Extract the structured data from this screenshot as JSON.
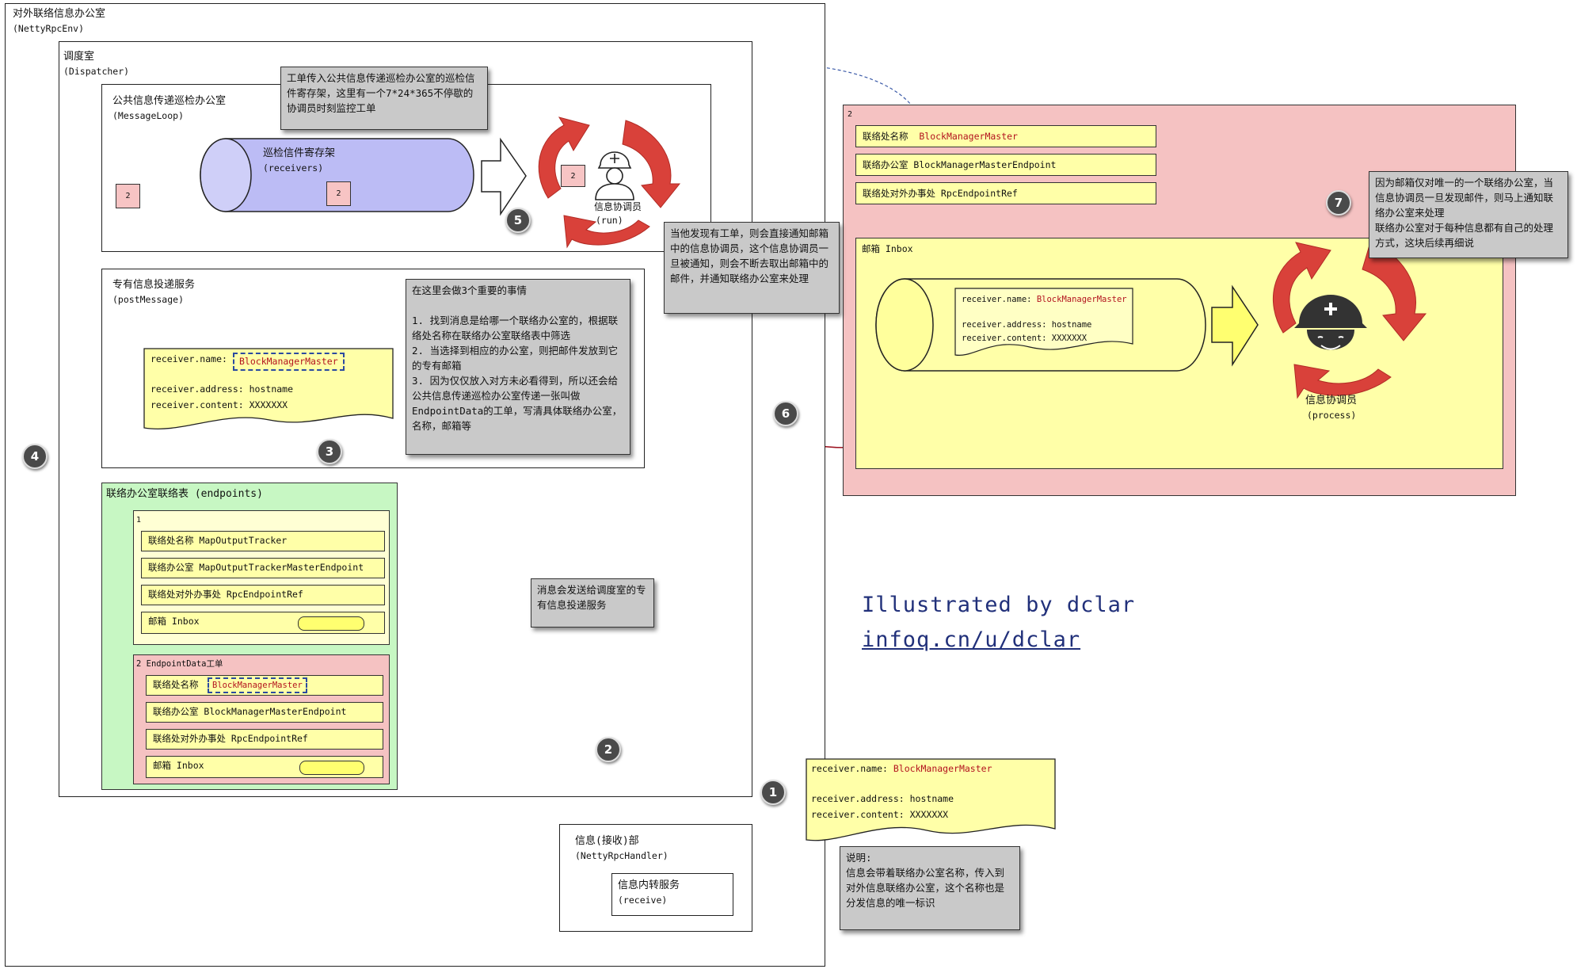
{
  "env": {
    "title": "对外联络信息办公室",
    "subtitle": "(NettyRpcEnv)"
  },
  "dispatcher": {
    "title": "调度室",
    "subtitle": "(Dispatcher)"
  },
  "message_loop": {
    "title": "公共信息传递巡检办公室",
    "subtitle": "(MessageLoop)",
    "receivers_title": "巡检信件寄存架",
    "receivers_sub": "(receivers)",
    "token": "2",
    "worker_label": "信息协调员",
    "worker_sub": "(run)"
  },
  "post_message": {
    "title": "专有信息投递服务",
    "subtitle": "(postMessage)"
  },
  "letter": {
    "name_label": "receiver.name:",
    "name_value": "BlockManagerMaster",
    "address": "receiver.address: hostname",
    "content": "receiver.content: XXXXXXX"
  },
  "endpoints": {
    "title": "联络办公室联络表 (endpoints)",
    "entry1": {
      "index": "1",
      "name": "联络处名称 MapOutputTracker",
      "office": "联络办公室 MapOutputTrackerMasterEndpoint",
      "ref": "联络处对外办事处 RpcEndpointRef",
      "inbox": "邮箱 Inbox"
    },
    "entry2": {
      "index": "2 EndpointData工单",
      "name_label": "联络处名称",
      "name_value": "BlockManagerMaster",
      "office": "联络办公室 BlockManagerMasterEndpoint",
      "ref": "联络处对外办事处 RpcEndpointRef",
      "inbox": "邮箱 Inbox"
    }
  },
  "handler": {
    "title": "信息(接收)部",
    "subtitle": "(NettyRpcHandler)",
    "receive_title": "信息内转服务",
    "receive_sub": "(receive)"
  },
  "endpoint_panel": {
    "index": "2",
    "name_label": "联络处名称",
    "name_value": "BlockManagerMaster",
    "office": "联络办公室 BlockManagerMasterEndpoint",
    "ref": "联络处对外办事处 RpcEndpointRef",
    "inbox_title": "邮箱 Inbox",
    "worker_label": "信息协调员",
    "worker_sub": "(process)"
  },
  "notes": {
    "top": "工单传入公共信息传递巡检办公室的巡检信件寄存架，这里有一个7*24*365不停歇的协调员时刻监控工单",
    "three_things": "在这里会做3个重要的事情\n\n1. 找到消息是给哪一个联络办公室的，根据联络处名称在联络办公室联络表中筛选\n2. 当选择到相应的办公室，则把邮件发放到它的专有邮箱\n3. 因为仅仅放入对方未必看得到，所以还会给公共信息传递巡检办公室传递一张叫做EndpointData的工单，写清具体联络办公室，名称，邮箱等",
    "worker": "当他发现有工单，则会直接通知邮箱中的信息协调员，这个信息协调员一旦被通知，则会不断去取出邮箱中的邮件，并通知联络办公室来处理",
    "mailbox": "因为邮箱仅对唯一的一个联络办公室，当信息协调员一旦发现邮件，则马上通知联络办公室来处理\n联络办公室对于每种信息都有自己的处理方式，这块后续再细说",
    "dispatch": "消息会发送给调度室的专有信息投递服务",
    "explain": "说明:\n信息会带着联络办公室名称，传入到对外信息联络办公室，这个名称也是分发信息的唯一标识"
  },
  "badges": [
    "1",
    "2",
    "3",
    "4",
    "5",
    "6",
    "7"
  ],
  "watermark": {
    "line1": "Illustrated by dclar",
    "line2": "infoq.cn/u/dclar"
  },
  "colors": {
    "pink": "#f5c2c2",
    "yellow": "#ffffa8",
    "lavender": "#bcbcf5",
    "green": "#c7f7c3",
    "arrow_red": "#9c1320",
    "recycle_red": "#d9413a",
    "note_gray": "#c9c9c9"
  }
}
